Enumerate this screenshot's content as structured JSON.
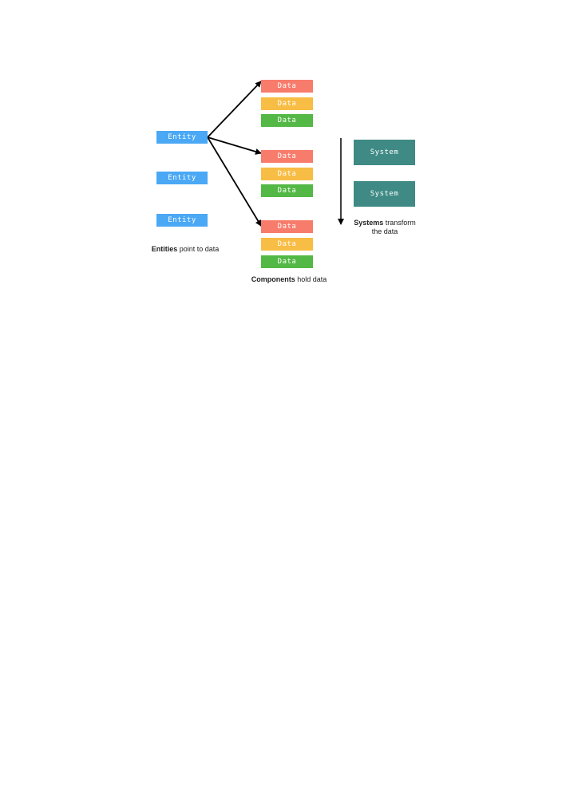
{
  "entities": [
    {
      "label": "Entity"
    },
    {
      "label": "Entity"
    },
    {
      "label": "Entity"
    }
  ],
  "component_groups": [
    [
      {
        "label": "Data",
        "color": "#f87c6c"
      },
      {
        "label": "Data",
        "color": "#f8bd45"
      },
      {
        "label": "Data",
        "color": "#53b845"
      }
    ],
    [
      {
        "label": "Data",
        "color": "#f87c6c"
      },
      {
        "label": "Data",
        "color": "#f8bd45"
      },
      {
        "label": "Data",
        "color": "#53b845"
      }
    ],
    [
      {
        "label": "Data",
        "color": "#f87c6c"
      },
      {
        "label": "Data",
        "color": "#f8bd45"
      },
      {
        "label": "Data",
        "color": "#53b845"
      }
    ]
  ],
  "systems": [
    {
      "label": "System"
    },
    {
      "label": "System"
    }
  ],
  "captions": {
    "entities_bold": "Entities",
    "entities_rest": " point to data",
    "components_bold": "Components",
    "components_rest": " hold data",
    "systems_bold": "Systems",
    "systems_rest": " transform",
    "systems_line2": "the data"
  }
}
